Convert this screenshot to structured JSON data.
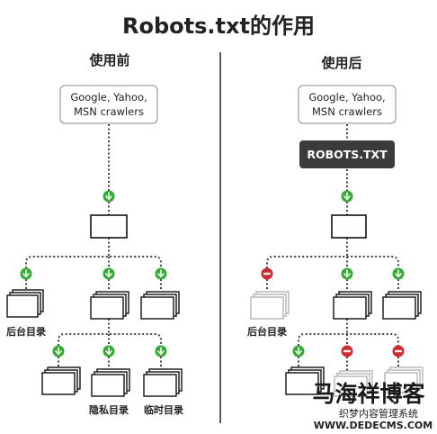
{
  "title": "Robots.txt的作用",
  "panels": {
    "before": {
      "heading": "使用前",
      "crawler": [
        "Google, Yahoo,",
        "MSN crawlers"
      ],
      "labels": {
        "admin": "后台目录",
        "private": "隐私目录",
        "temp": "临时目录"
      }
    },
    "after": {
      "heading": "使用后",
      "crawler": [
        "Google, Yahoo,",
        "MSN crawlers"
      ],
      "robots": "ROBOTS.TXT",
      "labels": {
        "admin": "后台目录"
      }
    }
  },
  "watermark": {
    "main": "马海祥博客",
    "sub": "织梦内容管理系统",
    "url": "WWW.DEDECMS.COM"
  },
  "colors": {
    "allow": "#2fae2f",
    "block": "#d7262c",
    "robots_box": "#3b3b3b",
    "blocked_page": "#b5b5b5"
  }
}
